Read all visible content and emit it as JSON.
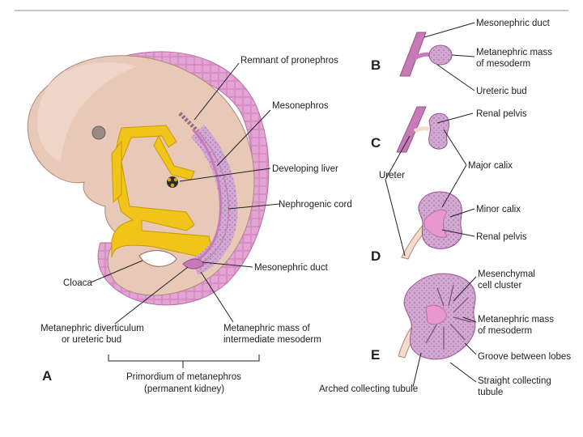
{
  "figure": {
    "panel_letters": {
      "a": "A",
      "b": "B",
      "c": "C",
      "d": "D",
      "e": "E"
    },
    "labels": {
      "remnant_pronephros": "Remnant of pronephros",
      "mesonephros": "Mesonephros",
      "developing_liver": "Developing liver",
      "nephrogenic_cord": "Nephrogenic cord",
      "mesonephric_duct_a": "Mesonephric duct",
      "cloaca": "Cloaca",
      "metanephric_diverticulum_1": "Metanephric diverticulum",
      "metanephric_diverticulum_2": "or ureteric bud",
      "metanephric_mass_int_1": "Metanephric mass of",
      "metanephric_mass_int_2": "intermediate mesoderm",
      "primordium_1": "Primordium of metanephros",
      "primordium_2": "(permanent kidney)",
      "mesonephric_duct_b": "Mesonephric duct",
      "metanephric_mass_b_1": "Metanephric mass",
      "metanephric_mass_b_2": "of mesoderm",
      "ureteric_bud": "Ureteric bud",
      "renal_pelvis_c": "Renal pelvis",
      "ureter": "Ureter",
      "major_calix": "Major calix",
      "minor_calix": "Minor calix",
      "renal_pelvis_d": "Renal pelvis",
      "mesenchymal_1": "Mesenchymal",
      "mesenchymal_2": "cell cluster",
      "metanephric_mass_e_1": "Metanephric mass",
      "metanephric_mass_e_2": "of mesoderm",
      "groove_between_lobes": "Groove between lobes",
      "straight_collecting_1": "Straight collecting",
      "straight_collecting_2": "tubule",
      "arched_collecting": "Arched collecting tubule"
    }
  },
  "colors": {
    "embryo_skin": "#e8c9b8",
    "embryo_shade": "#d9b2a0",
    "pink_duct": "#c77ab8",
    "mauve_tissue": "#c9a0c8",
    "yellow_gut": "#f0c419",
    "pale_ureter": "#f3dccb"
  }
}
